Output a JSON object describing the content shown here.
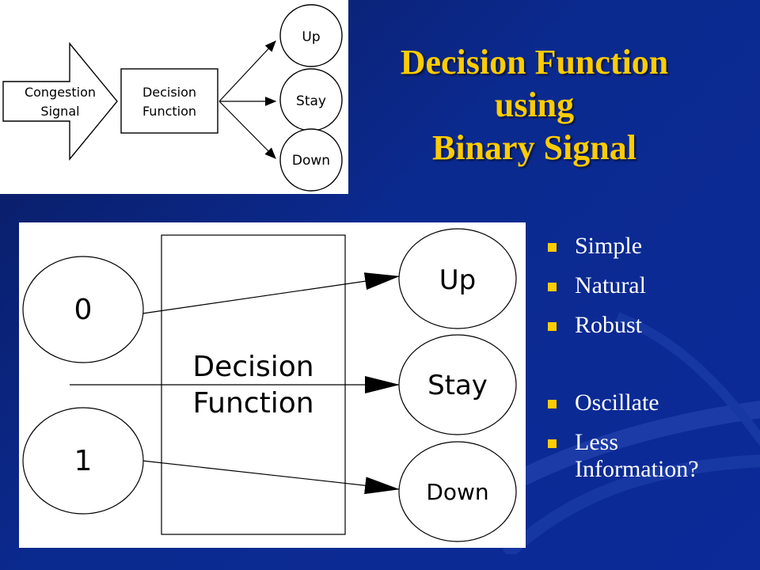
{
  "title": {
    "lines": [
      "Decision Function",
      "using",
      "Binary Signal"
    ]
  },
  "top_diagram": {
    "input": [
      "Congestion",
      "Signal"
    ],
    "box": [
      "Decision",
      "Function"
    ],
    "outputs": [
      "Up",
      "Stay",
      "Down"
    ]
  },
  "main_diagram": {
    "inputs": [
      "0",
      "1"
    ],
    "box": [
      "Decision",
      "Function"
    ],
    "outputs": [
      "Up",
      "Stay",
      "Down"
    ]
  },
  "bullets": [
    {
      "text": "Simple"
    },
    {
      "text": "Natural"
    },
    {
      "text": "Robust"
    },
    {
      "text": "Oscillate"
    },
    {
      "text": "Less"
    },
    {
      "text": "Information?"
    }
  ],
  "colors": {
    "title": "#ffcc00",
    "bullet_marker": "#ffcc00",
    "background": "#0b2a8f",
    "text": "#ffffff"
  }
}
